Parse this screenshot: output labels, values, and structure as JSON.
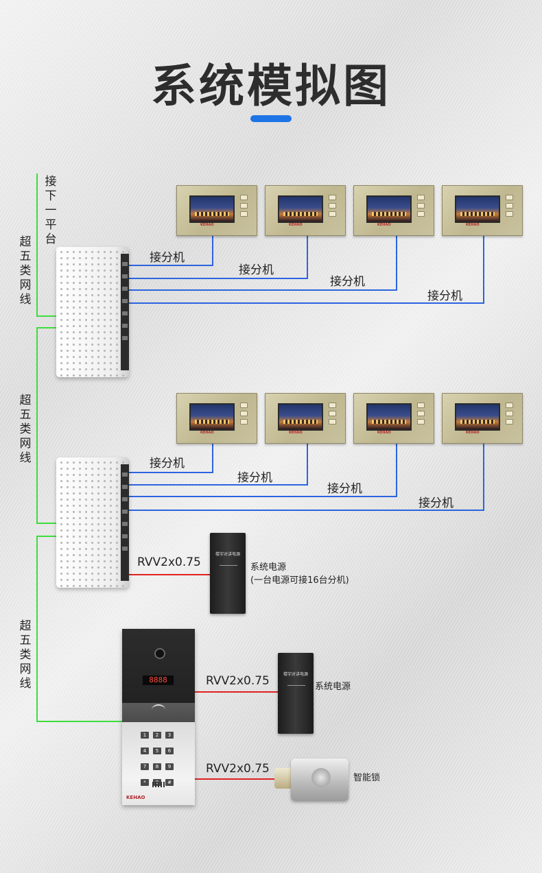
{
  "title": "系统模拟图",
  "colors": {
    "accent": "#1e74e6",
    "trunk_wire": "#3ddc3d",
    "branch_wire": "#2a64e0",
    "power_wire": "#e02020"
  },
  "labels": {
    "next_platform": "接下一平台",
    "cat5_1": "超五类网线",
    "cat5_2": "超五类网线",
    "cat5_3": "超五类网线",
    "ext1_1": "接分机",
    "ext1_2": "接分机",
    "ext1_3": "接分机",
    "ext1_4": "接分机",
    "ext2_1": "接分机",
    "ext2_2": "接分机",
    "ext2_3": "接分机",
    "ext2_4": "接分机",
    "rvv_1": "RVV2x0.75",
    "rvv_2": "RVV2x0.75",
    "rvv_3": "RVV2x0.75",
    "psu1_name": "系统电源",
    "psu1_note": "(一台电源可接16台分机)",
    "psu2_name": "系统电源",
    "lock_name": "智能锁"
  },
  "devices": {
    "monitor_brand": "KEHAO",
    "panel_brand": "KEHAO",
    "panel_display": "8888",
    "psu_text": "楼宇对讲电源",
    "keypad": [
      "1",
      "2",
      "3",
      "4",
      "5",
      "6",
      "7",
      "8",
      "9",
      "*",
      "0",
      "#"
    ]
  }
}
